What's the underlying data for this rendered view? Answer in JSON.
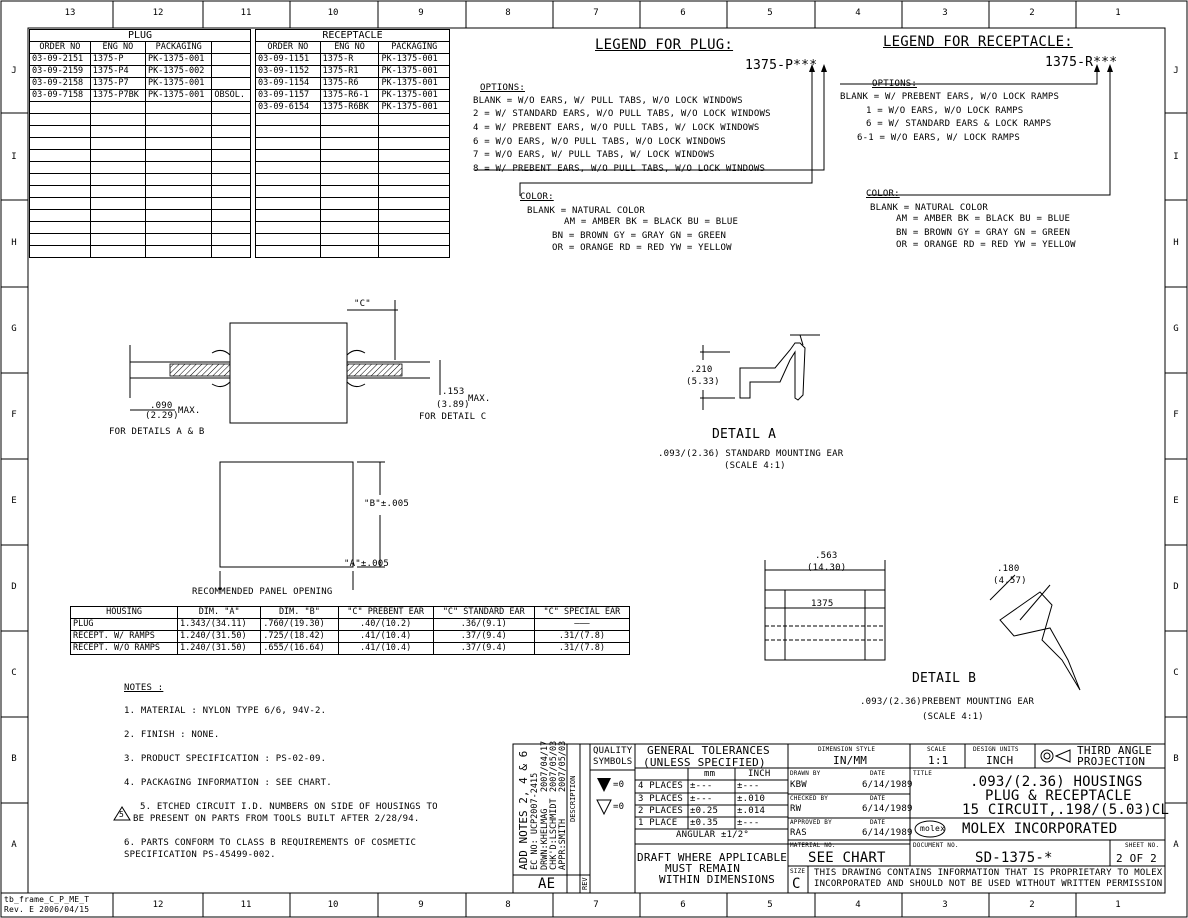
{
  "zones": {
    "top": [
      "13",
      "12",
      "11",
      "10",
      "9",
      "8",
      "7",
      "6",
      "5",
      "4",
      "3",
      "2",
      "1"
    ],
    "bottom": [
      "12",
      "11",
      "10",
      "9",
      "8",
      "7",
      "6",
      "5",
      "4",
      "3",
      "2",
      "1"
    ],
    "left": [
      "J",
      "I",
      "H",
      "G",
      "F",
      "E",
      "D",
      "C",
      "B",
      "A"
    ],
    "right": [
      "J",
      "I",
      "H",
      "G",
      "F",
      "E",
      "D",
      "C",
      "B",
      "A"
    ]
  },
  "plug_table": {
    "title": "PLUG",
    "headers": [
      "ORDER NO",
      "ENG NO",
      "PACKAGING"
    ],
    "rows": [
      [
        "03-09-2151",
        "1375-P",
        "PK-1375-001",
        ""
      ],
      [
        "03-09-2159",
        "1375-P4",
        "PK-1375-002",
        ""
      ],
      [
        "03-09-2158",
        "1375-P7",
        "PK-1375-001",
        ""
      ],
      [
        "03-09-7158",
        "1375-P7BK",
        "PK-1375-001",
        "OBSOL."
      ]
    ]
  },
  "receptacle_table": {
    "title": "RECEPTACLE",
    "headers": [
      "ORDER NO",
      "ENG NO",
      "PACKAGING"
    ],
    "rows": [
      [
        "03-09-1151",
        "1375-R",
        "PK-1375-001"
      ],
      [
        "03-09-1152",
        "1375-R1",
        "PK-1375-001"
      ],
      [
        "03-09-1154",
        "1375-R6",
        "PK-1375-001"
      ],
      [
        "03-09-1157",
        "1375-R6-1",
        "PK-1375-001"
      ],
      [
        "03-09-6154",
        "1375-R6BK",
        "PK-1375-001"
      ]
    ]
  },
  "legend_plug": {
    "title": "LEGEND FOR PLUG:",
    "part": "1375-P***",
    "options_label": "OPTIONS:",
    "options": [
      "BLANK = W/O EARS, W/ PULL TABS, W/O LOCK WINDOWS",
      "2 = W/ STANDARD EARS, W/O PULL TABS, W/O LOCK WINDOWS",
      "4 = W/ PREBENT EARS, W/O PULL TABS, W/ LOCK WINDOWS",
      "6 = W/O EARS, W/O PULL TABS, W/O LOCK WINDOWS",
      "7 = W/O EARS, W/ PULL TABS, W/ LOCK WINDOWS",
      "8 = W/ PREBENT EARS, W/O PULL TABS, W/O LOCK WINDOWS"
    ],
    "color_label": "COLOR:",
    "colors": [
      "BLANK = NATURAL COLOR",
      "AM = AMBER   BK = BLACK  BU = BLUE",
      "BN = BROWN   GY = GRAY   GN = GREEN",
      "OR = ORANGE  RD = RED    YW = YELLOW"
    ]
  },
  "legend_receptacle": {
    "title": "LEGEND FOR RECEPTACLE:",
    "part": "1375-R***",
    "options_label": "OPTIONS:",
    "options": [
      "BLANK = W/ PREBENT EARS, W/O LOCK RAMPS",
      "1 = W/O EARS, W/O LOCK RAMPS",
      "6 = W/ STANDARD EARS & LOCK RAMPS",
      "6-1 = W/O EARS, W/ LOCK RAMPS"
    ],
    "color_label": "COLOR:",
    "colors": [
      "BLANK = NATURAL COLOR",
      "AM = AMBER   BK = BLACK  BU = BLUE",
      "BN = BROWN   GY = GRAY   GN = GREEN",
      "OR = ORANGE  RD = RED    YW = YELLOW"
    ]
  },
  "side_view": {
    "c_label": "\"C\"",
    "dim_090": ".090",
    "dim_090_mm": "(2.29)",
    "max1": "MAX.",
    "for_details_ab": "FOR DETAILS A & B",
    "dim_153": ".153",
    "dim_153_mm": "(3.89)",
    "max2": "MAX.",
    "for_detail_c": "FOR DETAIL C"
  },
  "detail_a": {
    "dim": ".210",
    "dim_mm": "(5.33)",
    "title": "DETAIL A",
    "caption": ".093/(2.36) STANDARD MOUNTING EAR",
    "scale": "(SCALE 4:1)"
  },
  "panel_opening": {
    "b_label": "\"B\"±.005",
    "a_label": "\"A\"±.005",
    "caption": "RECOMMENDED PANEL OPENING"
  },
  "panel_table": {
    "headers": [
      "HOUSING",
      "DIM. \"A\"",
      "DIM. \"B\"",
      "\"C\" PREBENT EAR",
      "\"C\" STANDARD EAR",
      "\"C\" SPECIAL EAR"
    ],
    "rows": [
      [
        "PLUG",
        "1.343/(34.11)",
        ".760/(19.30)",
        ".40/(10.2)",
        ".36/(9.1)",
        "———"
      ],
      [
        "RECEPT. W/ RAMPS",
        "1.240/(31.50)",
        ".725/(18.42)",
        ".41/(10.4)",
        ".37/(9.4)",
        ".31/(7.8)"
      ],
      [
        "RECEPT. W/O RAMPS",
        "1.240/(31.50)",
        ".655/(16.64)",
        ".41/(10.4)",
        ".37/(9.4)",
        ".31/(7.8)"
      ]
    ]
  },
  "top_view": {
    "dim": ".563",
    "dim_mm": "(14.30)",
    "label": "1375"
  },
  "detail_b": {
    "dim": ".180",
    "dim_mm": "(4.57)",
    "title": "DETAIL B",
    "caption": ".093/(2.36)PREBENT MOUNTING EAR",
    "scale": "(SCALE 4:1)"
  },
  "notes": {
    "title": "NOTES :",
    "items": [
      "1. MATERIAL : NYLON TYPE 6/6, 94V-2.",
      "2. FINISH : NONE.",
      "3. PRODUCT SPECIFICATION : PS-02-09.",
      "4. PACKAGING INFORMATION : SEE CHART.",
      "5. ETCHED CIRCUIT I.D. NUMBERS ON SIDE OF HOUSINGS TO",
      "   BE PRESENT ON PARTS FROM TOOLS BUILT AFTER 2/28/94.",
      "6. PARTS CONFORM TO CLASS B REQUIREMENTS OF COSMETIC",
      "   SPECIFICATION PS-45499-002."
    ],
    "note5_symbol": "5"
  },
  "revision": {
    "desc": "ADD NOTES 2, 4 & 6",
    "ec": "EC NO: UCP2007-2415",
    "drwn": "DRWN:KHELMAG",
    "chk": "CHK'D:LSCHMIDT",
    "appr": "APPR:SMITH",
    "d1": "2007/04/17",
    "d2": "2007/05/03",
    "d3": "2007/05/03",
    "rev": "AE",
    "description_label": "DESCRIPTION",
    "rev_label": "REV"
  },
  "title_block": {
    "quality": "QUALITY",
    "symbols": "SYMBOLS",
    "sym1": "=0",
    "sym2": "=0",
    "gen_tol": "GENERAL TOLERANCES",
    "unless": "(UNLESS SPECIFIED)",
    "mm": "mm",
    "inch": "INCH",
    "tol_rows": [
      [
        "4 PLACES",
        "±---",
        "±---"
      ],
      [
        "3 PLACES",
        "±---",
        "±.010"
      ],
      [
        "2 PLACES",
        "±0.25",
        "±.014"
      ],
      [
        "1 PLACE",
        "±0.35",
        "±---"
      ]
    ],
    "angular": "ANGULAR ±1/2°",
    "draft": "DRAFT WHERE APPLICABLE",
    "must": "MUST REMAIN",
    "within": "WITHIN DIMENSIONS",
    "dim_style_label": "DIMENSION STYLE",
    "dim_style": "IN/MM",
    "scale_label": "SCALE",
    "scale": "1:1",
    "design_units_label": "DESIGN UNITS",
    "design_units": "INCH",
    "projection": "THIRD ANGLE",
    "projection2": "PROJECTION",
    "drawn_by_label": "DRAWN BY",
    "drawn_by": "KBW",
    "date_label": "DATE",
    "drawn_date": "6/14/1989",
    "checked_label": "CHECKED BY",
    "checked_by": "RW",
    "checked_date": "6/14/1989",
    "approved_label": "APPROVED BY",
    "approved_by": "RAS",
    "approved_date": "6/14/1989",
    "title_label": "TITLE",
    "title1": ".093/(2.36) HOUSINGS",
    "title2": "PLUG & RECEPTACLE",
    "title3": "15 CIRCUIT,.198/(5.03)CL",
    "company": "MOLEX INCORPORATED",
    "logo": "molex",
    "material_label": "MATERIAL NO.",
    "material": "SEE CHART",
    "document_label": "DOCUMENT NO.",
    "document": "SD-1375-*",
    "sheet_label": "SHEET NO.",
    "sheet": "2 OF 2",
    "size_label": "SIZE",
    "size": "C",
    "proprietary1": "THIS DRAWING CONTAINS INFORMATION THAT IS PROPRIETARY TO MOLEX",
    "proprietary2": "INCORPORATED AND SHOULD NOT BE USED WITHOUT WRITTEN PERMISSION"
  },
  "frame_info": {
    "frame": "tb_frame_C_P_ME_T",
    "rev": "Rev. E 2006/04/15"
  }
}
